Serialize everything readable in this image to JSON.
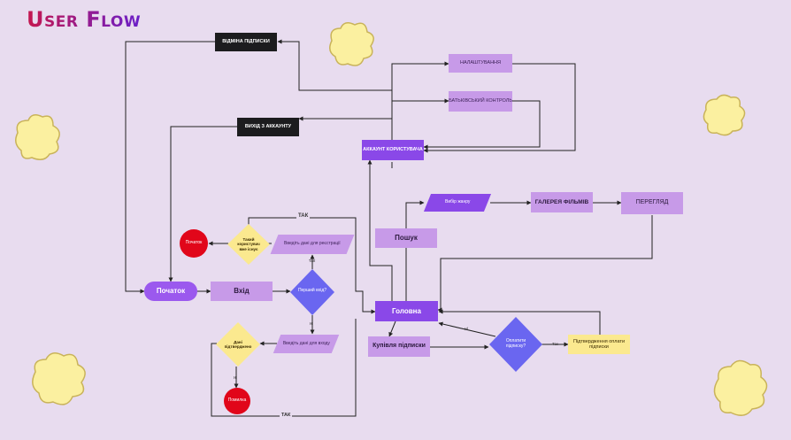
{
  "title": "User Flow",
  "nodes": {
    "cancel_subscription": "ВІДМІНА ПІДПИСКИ",
    "settings": "НАЛАШТУВАННЯ",
    "parental_control": "БАТЬКІВСЬКИЙ КОНТРОЛЬ",
    "logout": "ВИХІД З АККАУНТУ",
    "user_account": "АККАУНТ КОРИСТУВАЧА",
    "genre_select": "Вибір жанру",
    "film_gallery": "ГАЛЕРЕЯ ФІЛЬМІВ",
    "view": "ПЕРЕГЛЯД",
    "search": "Пошук",
    "main": "Головна",
    "buy_subscription": "Купівля підписки",
    "pay_subscription": "Оплатити підписку?",
    "payment_confirm": "Підтвердження оплати підписки",
    "start": "Початок",
    "login": "Вхід",
    "first_login": "Перший вхід?",
    "enter_reg_data": "Введіть дані для реєстрації",
    "user_exists": "Такий користувач вже існує",
    "start_red_top": "Початок",
    "enter_login_data": "Введіть дані для входу",
    "data_confirmed": "Дані підтверджено",
    "error_red_bottom": "Помилка"
  },
  "edge_labels": {
    "tak_top": "ТАК",
    "tak_small": "так",
    "ni_first": "ні",
    "ni_bottom": "ні",
    "tak_bottom": "ТАК",
    "ni_pay": "ні",
    "tak_pay": "Так"
  },
  "colors": {
    "background": "#e8dcef",
    "dark_box": "#1c1c1e",
    "lavender": "#c79ae8",
    "purple": "#8a48e8",
    "decision_blue": "#6a66f0",
    "decision_yellow": "#fbe98f",
    "terminal_red": "#e1061a",
    "popcorn": "#fbf0a0"
  }
}
